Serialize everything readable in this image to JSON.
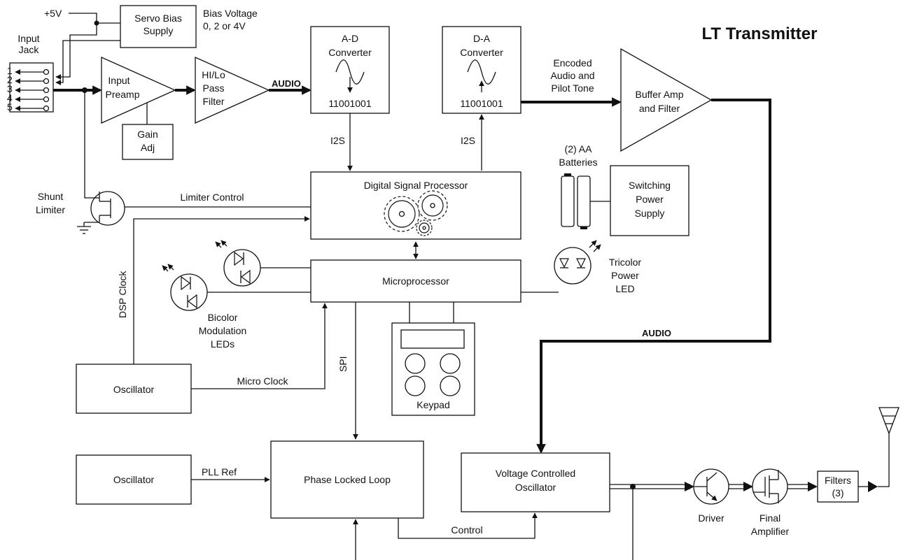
{
  "title": "LT Transmitter",
  "supply_label": "+5V",
  "input_jack": {
    "label1": "Input",
    "label2": "Jack",
    "pins": [
      "1",
      "2",
      "3",
      "4",
      "5"
    ]
  },
  "blocks": {
    "servo_bias": [
      "Servo Bias",
      "Supply"
    ],
    "input_preamp": [
      "Input",
      "Preamp"
    ],
    "gain_adj": [
      "Gain",
      "Adj"
    ],
    "hilo_filter": [
      "HI/Lo",
      "Pass",
      "Filter"
    ],
    "adc": [
      "A-D",
      "Converter"
    ],
    "adc_bits": "11001001",
    "dac": [
      "D-A",
      "Converter"
    ],
    "dac_bits": "11001001",
    "buffer_amp": [
      "Buffer Amp",
      "and Filter"
    ],
    "dsp": "Digital Signal Processor",
    "switching_ps": [
      "Switching",
      "Power",
      "Supply"
    ],
    "microprocessor": "Microprocessor",
    "oscillator_micro": "Oscillator",
    "oscillator_pll": "Oscillator",
    "pll": "Phase Locked Loop",
    "vco": [
      "Voltage Controlled",
      "Oscillator"
    ],
    "filters": [
      "Filters",
      "(3)"
    ]
  },
  "labels": {
    "bias_voltage": [
      "Bias Voltage",
      "0, 2 or 4V"
    ],
    "audio_1": "AUDIO",
    "encoded": [
      "Encoded",
      "Audio and",
      "Pilot Tone"
    ],
    "i2s_left": "I2S",
    "i2s_right": "I2S",
    "batteries": [
      "(2) AA",
      "Batteries"
    ],
    "shunt_limiter": [
      "Shunt",
      "Limiter"
    ],
    "limiter_control": "Limiter Control",
    "dsp_clock": "DSP Clock",
    "bicolor": [
      "Bicolor",
      "Modulation",
      "LEDs"
    ],
    "tricolor": [
      "Tricolor",
      "Power",
      "LED"
    ],
    "audio_2": "AUDIO",
    "micro_clock": "Micro Clock",
    "spi": "SPI",
    "keypad": "Keypad",
    "pll_ref": "PLL Ref",
    "control": "Control",
    "driver": "Driver",
    "final_amp": [
      "Final",
      "Amplifier"
    ]
  }
}
